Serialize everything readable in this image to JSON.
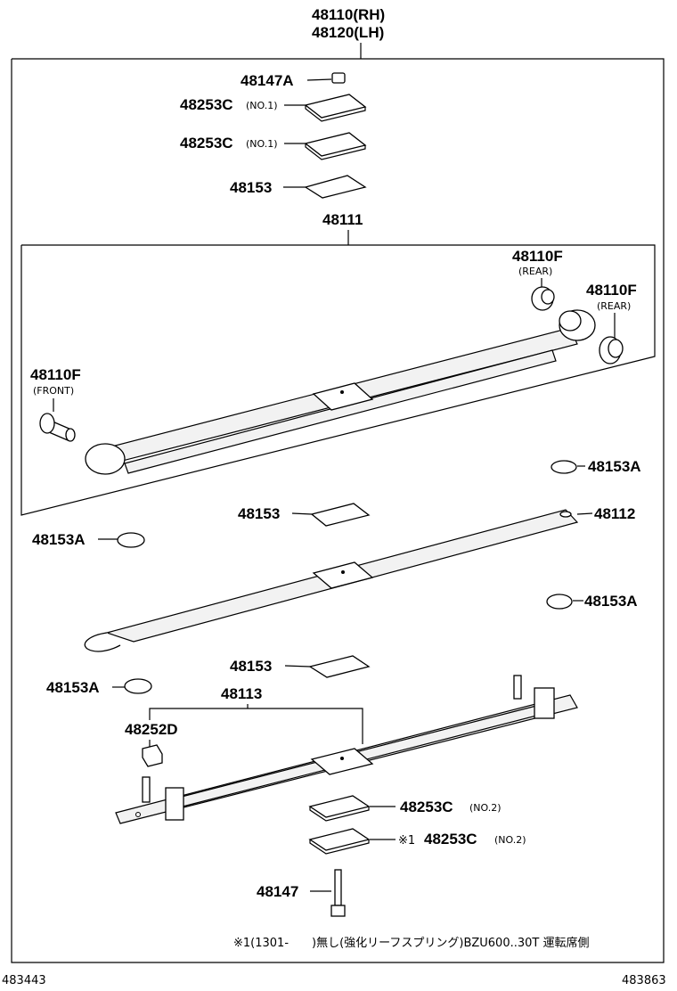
{
  "assembly": {
    "line1": "48110(RH)",
    "line2": "48120(LH)"
  },
  "labels": {
    "p48147A": "48147A",
    "p48253C_1": "48253C",
    "p48253C_1_tag": "(NO.1)",
    "p48253C_2": "48253C",
    "p48253C_2_tag": "(NO.1)",
    "p48153_top": "48153",
    "p48111": "48111",
    "p48110F_rear1": "48110F",
    "p48110F_rear1_tag": "(REAR)",
    "p48110F_rear2": "48110F",
    "p48110F_rear2_tag": "(REAR)",
    "p48110F_front": "48110F",
    "p48110F_front_tag": "(FRONT)",
    "p48153A_r1": "48153A",
    "p48153_mid": "48153",
    "p48112": "48112",
    "p48153A_l1": "48153A",
    "p48153A_r2": "48153A",
    "p48153_low": "48153",
    "p48153A_l2": "48153A",
    "p48113": "48113",
    "p48252D": "48252D",
    "p48253C_3": "48253C",
    "p48253C_3_tag": "(NO.2)",
    "p48253C_4_prefix": "※1",
    "p48253C_4": "48253C",
    "p48253C_4_tag": "(NO.2)",
    "p48147": "48147"
  },
  "footnote": "※1(1301-　　)無し(強化リーフスプリング)BZU600..30T 運転席側",
  "ref_left": "483443",
  "ref_right": "483863"
}
